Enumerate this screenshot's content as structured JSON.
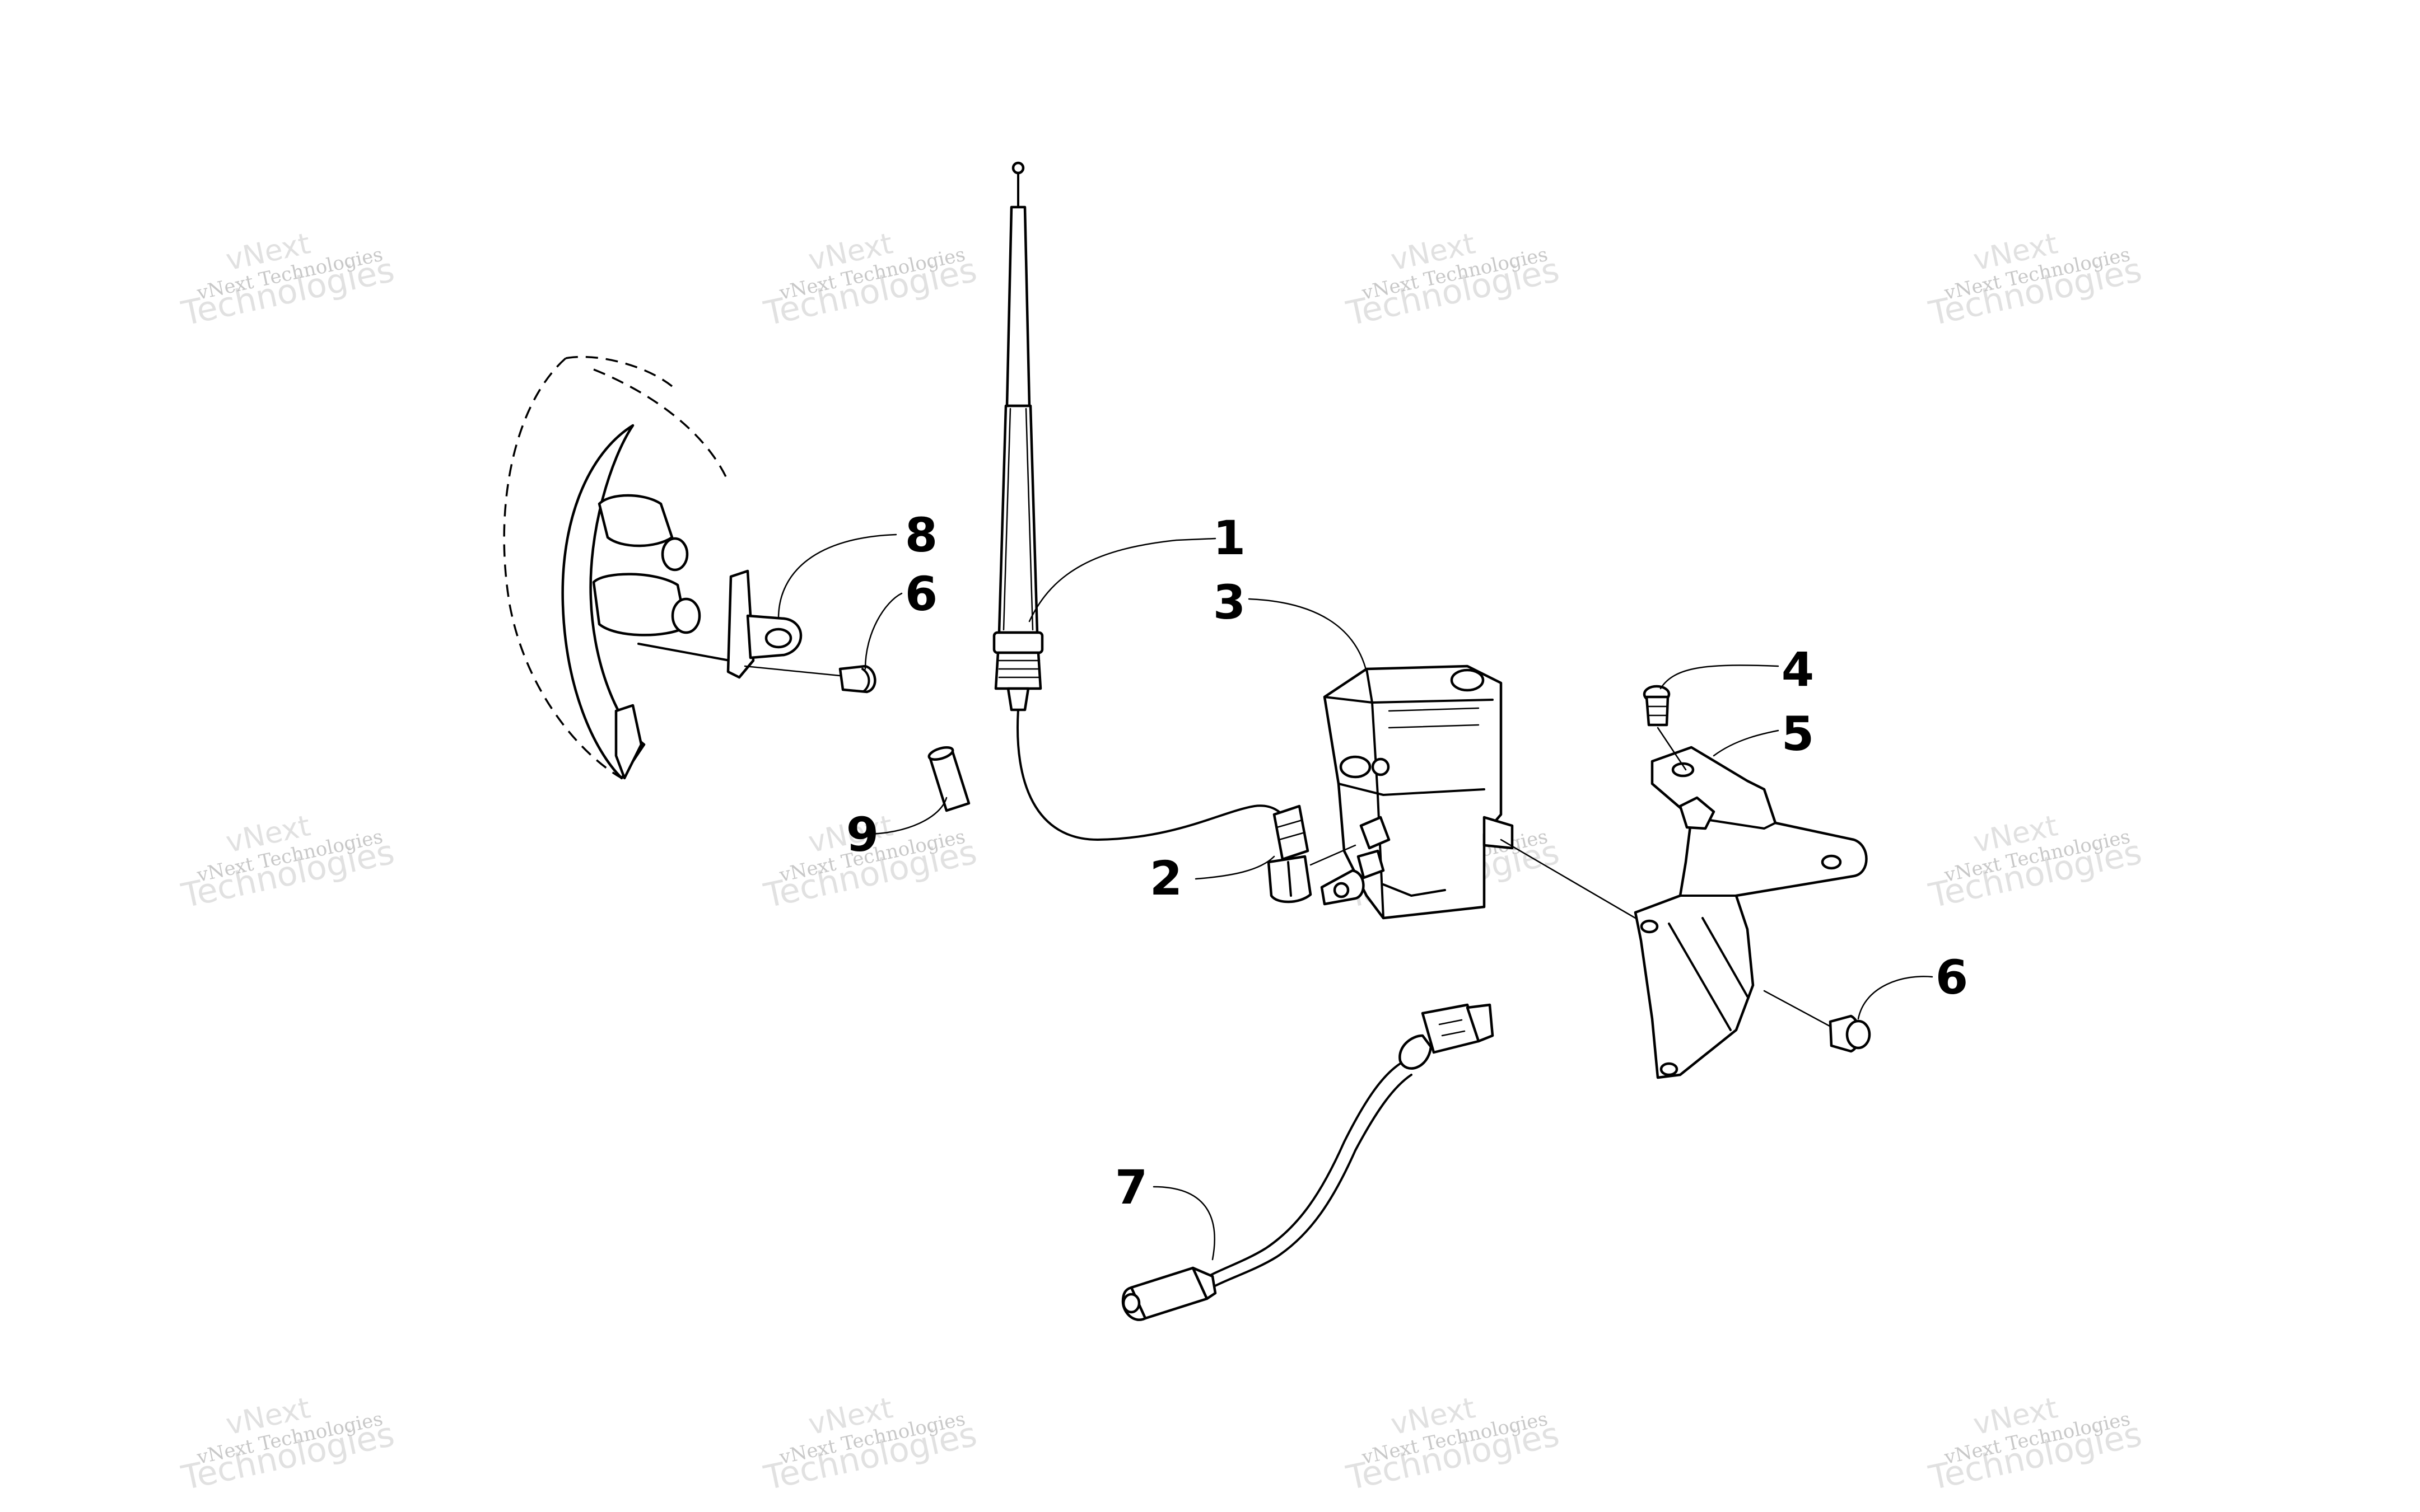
{
  "diagram": {
    "callouts": [
      {
        "id": "callout-1",
        "text": "1"
      },
      {
        "id": "callout-2",
        "text": "2"
      },
      {
        "id": "callout-3",
        "text": "3"
      },
      {
        "id": "callout-4",
        "text": "4"
      },
      {
        "id": "callout-5",
        "text": "5"
      },
      {
        "id": "callout-6a",
        "text": "6"
      },
      {
        "id": "callout-6b",
        "text": "6"
      },
      {
        "id": "callout-7",
        "text": "7"
      },
      {
        "id": "callout-8",
        "text": "8"
      },
      {
        "id": "callout-9",
        "text": "9"
      }
    ]
  },
  "watermark": {
    "line1": "vNext Technologies",
    "line2": "vNext",
    "line3": "Technologies"
  },
  "colors": {
    "ink": "#000000",
    "background": "#ffffff",
    "watermark": "#9a9a9a"
  }
}
